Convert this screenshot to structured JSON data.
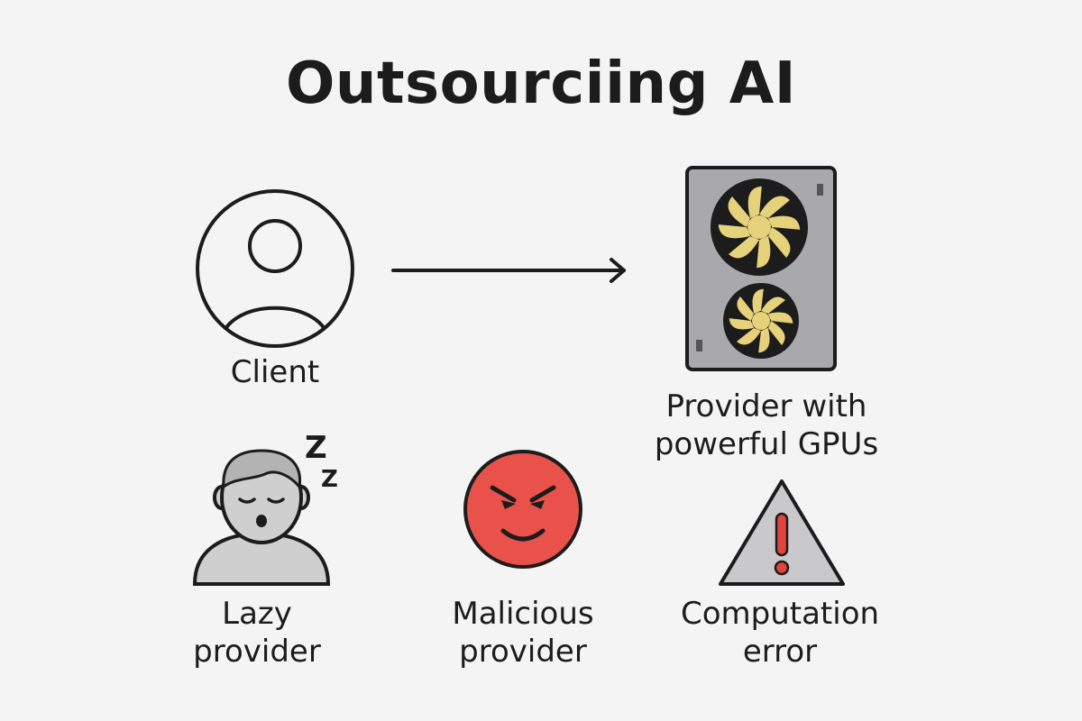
{
  "title": "Outsourciing AI",
  "client": {
    "label": "Client",
    "icon": "user-icon"
  },
  "provider": {
    "label_line1": "Provider with",
    "label_line2": "powerful GPUs",
    "icon": "gpu-card-icon"
  },
  "lazy": {
    "label_line1": "Lazy",
    "label_line2": "provider",
    "icon": "sleeping-person-icon",
    "zz": "Z"
  },
  "malicious": {
    "label_line1": "Malicious",
    "label_line2": "provider",
    "icon": "angry-face-icon"
  },
  "error": {
    "label_line1": "Computation",
    "label_line2": "error",
    "icon": "warning-triangle-icon"
  },
  "colors": {
    "stroke": "#1c1c1c",
    "gpu_body": "#a9a9ad",
    "fan_blade": "#e6d27a",
    "angry_face": "#e9524a",
    "warning_fill": "#c9c9cc",
    "exclamation": "#e0443c",
    "person_gray": "#cfcfcf"
  }
}
